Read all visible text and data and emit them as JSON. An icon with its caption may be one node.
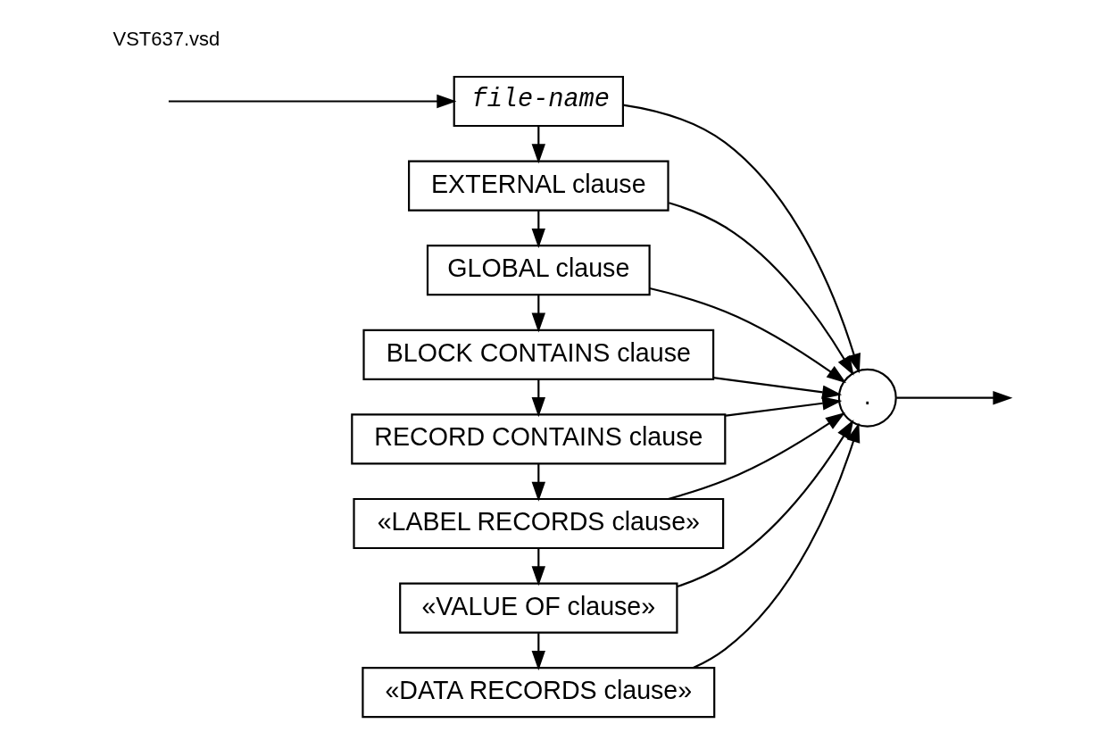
{
  "diagram": {
    "nodes": [
      {
        "text": [
          "file-name"
        ]
      },
      {
        "text": [
          "EXTERNAL clause"
        ]
      },
      {
        "text": [
          "GLOBAL clause"
        ]
      },
      {
        "text": [
          "BLOCK CONTAINS clause"
        ]
      },
      {
        "text": [
          "RECORD CONTAINS clause"
        ]
      },
      {
        "text": [
          "«LABEL RECORDS clause»"
        ]
      },
      {
        "text": [
          "«VALUE OF clause»"
        ]
      },
      {
        "text": [
          "«DATA RECORDS clause»"
        ]
      },
      {
        "text": [
          "."
        ]
      }
    ],
    "edges": [
      {
        "from": null,
        "to": 0,
        "arrow": "to"
      },
      {
        "from": 0,
        "to": 1,
        "arrow": "to"
      },
      {
        "from": 1,
        "to": 2,
        "arrow": "to"
      },
      {
        "from": 2,
        "to": 3,
        "arrow": "to"
      },
      {
        "from": 3,
        "to": 4,
        "arrow": "to"
      },
      {
        "from": 4,
        "to": 5,
        "arrow": "to"
      },
      {
        "from": 5,
        "to": 6,
        "arrow": "to"
      },
      {
        "from": 6,
        "to": 7,
        "arrow": "to"
      },
      {
        "from": 0,
        "to": 8,
        "arrow": "to"
      },
      {
        "from": 1,
        "to": 8,
        "arrow": "to"
      },
      {
        "from": 2,
        "to": 8,
        "arrow": "to"
      },
      {
        "from": 3,
        "to": 8,
        "arrow": "to"
      },
      {
        "from": 4,
        "to": 8,
        "arrow": "to"
      },
      {
        "from": 5,
        "to": 8,
        "arrow": "to"
      },
      {
        "from": 6,
        "to": 8,
        "arrow": "to"
      },
      {
        "from": 7,
        "to": 8,
        "arrow": "to"
      },
      {
        "from": 8,
        "to": null,
        "arrow": "to"
      }
    ],
    "labels": [
      "VST637.vsd"
    ]
  }
}
